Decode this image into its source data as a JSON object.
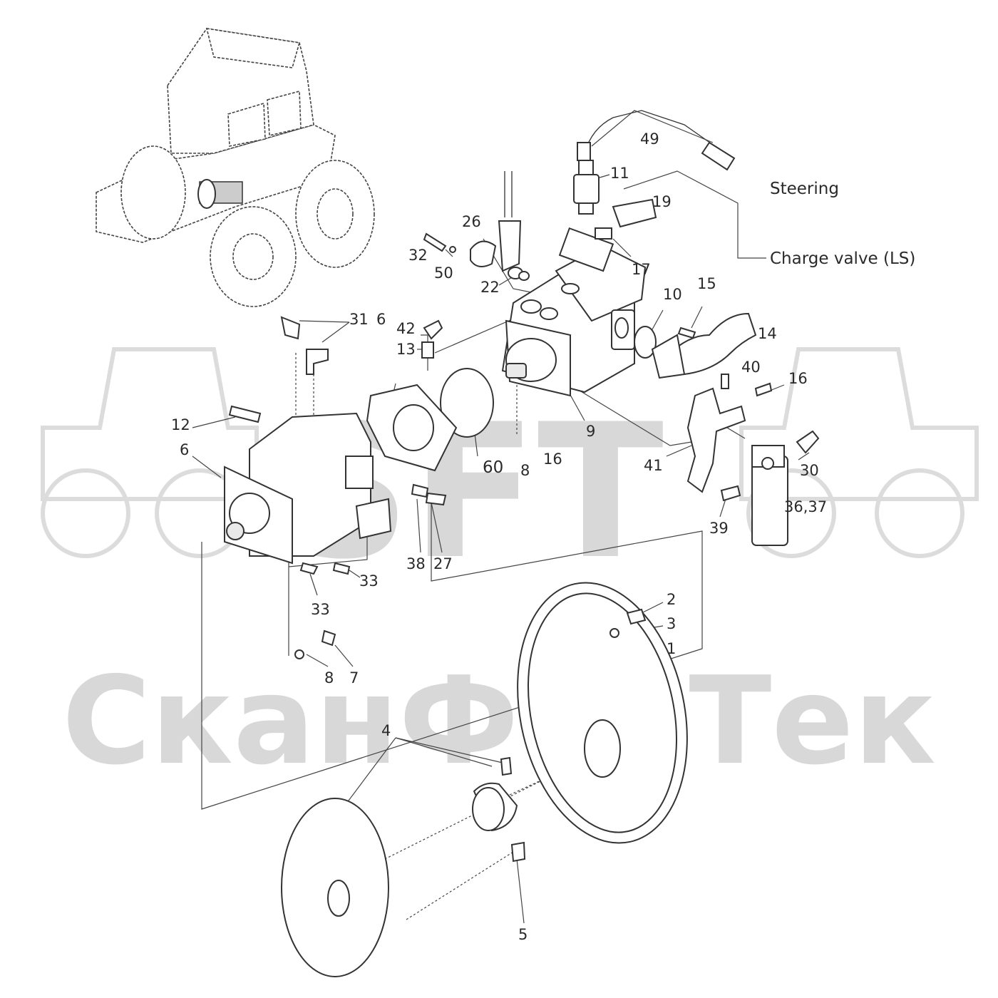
{
  "watermark": {
    "logo": "SFT",
    "brand_text": "СканФорТек"
  },
  "labels": {
    "l1": "1",
    "l2": "2",
    "l3": "3",
    "l4": "4",
    "l5": "5",
    "l6a": "6",
    "l6b": "6",
    "l7": "7",
    "l8a": "8",
    "l8b": "8",
    "l9": "9",
    "l10": "10",
    "l11": "11",
    "l12": "12",
    "l13": "13",
    "l14": "14",
    "l15": "15",
    "l16a": "16",
    "l16b": "16",
    "l17": "17",
    "l19": "19",
    "l22": "22",
    "l26": "26",
    "l27": "27",
    "l30": "30",
    "l31": "31",
    "l32": "32",
    "l33a": "33",
    "l33b": "33",
    "l36_37": "36,37",
    "l38": "38",
    "l39": "39",
    "l40": "40",
    "l41": "41",
    "l42": "42",
    "l49": "49",
    "l50": "50",
    "l60": "60"
  },
  "callouts": {
    "steering": "Steering",
    "charge_valve": "Charge valve (LS)"
  }
}
